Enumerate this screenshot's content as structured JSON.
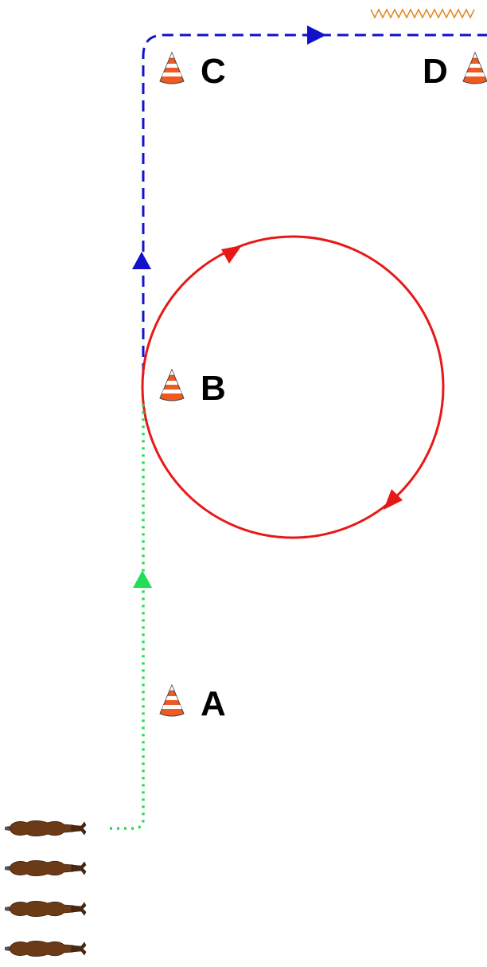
{
  "cones": [
    {
      "id": "C",
      "label": "C"
    },
    {
      "id": "D",
      "label": "D"
    },
    {
      "id": "B",
      "label": "B"
    },
    {
      "id": "A",
      "label": "A"
    }
  ],
  "paths": {
    "approach": {
      "style": "dotted",
      "color": "#22dd55"
    },
    "circle": {
      "style": "solid",
      "color": "#e81818",
      "direction": "clockwise"
    },
    "straight": {
      "style": "dashed",
      "color": "#1111cc"
    }
  },
  "horses": {
    "count": 4,
    "color": "#6b3a16"
  },
  "colors": {
    "cone_orange": "#f05a20",
    "cone_stripe": "#ffffff",
    "fence": "#e08a2a"
  },
  "icons": [
    "traffic-cone-icon",
    "horse-icon",
    "arrow-icon",
    "fence-icon"
  ]
}
